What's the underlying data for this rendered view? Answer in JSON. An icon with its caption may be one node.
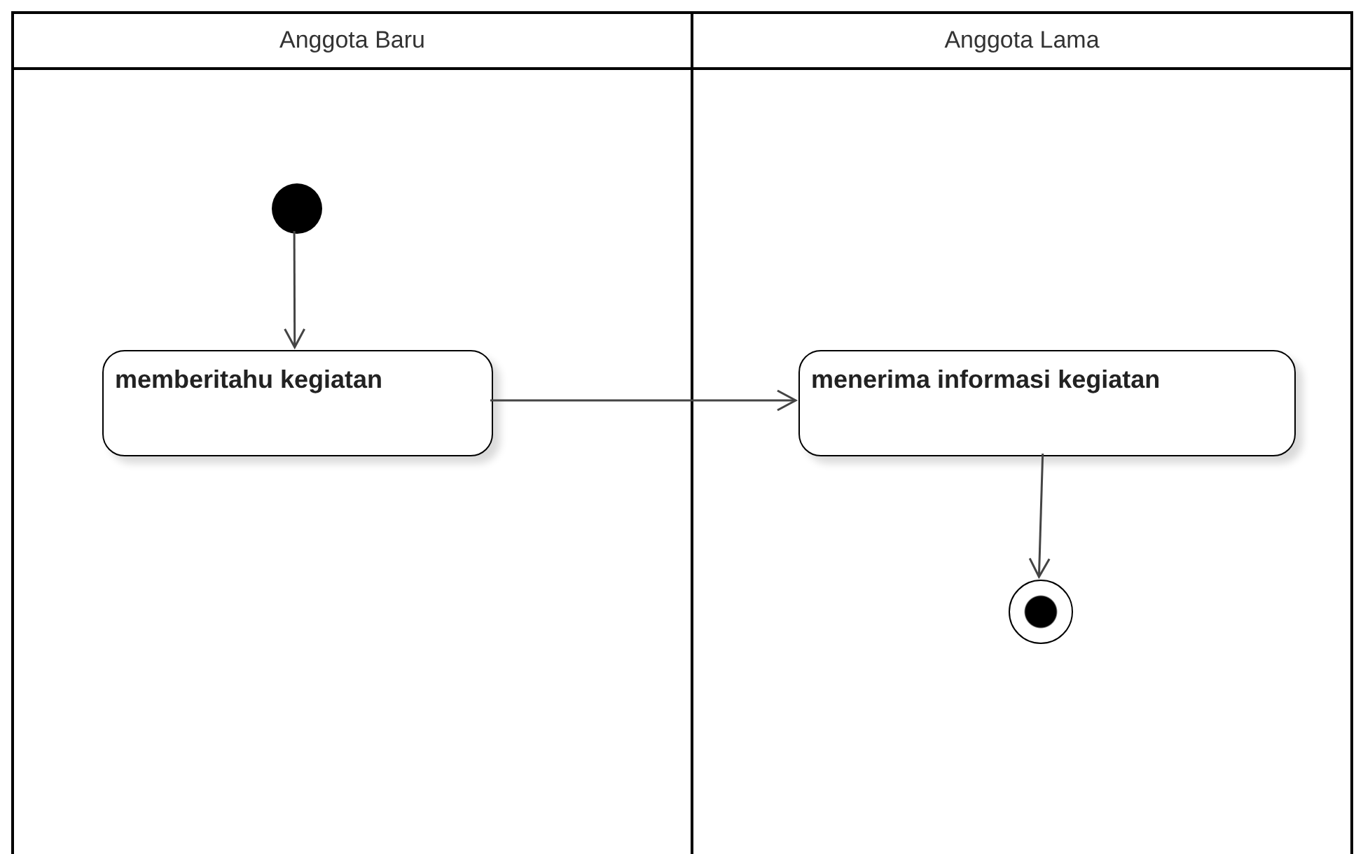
{
  "diagram": {
    "nodes": [
      {
        "text": [
          "Anggota Baru"
        ]
      },
      {
        "text": [
          "Anggota Lama"
        ]
      },
      {
        "text": [],
        "shape": "circle",
        "in": 0
      },
      {
        "text": [
          "memberitahu kegiatan"
        ],
        "in": 0
      },
      {
        "text": [
          "menerima informasi kegiatan"
        ],
        "in": 1
      },
      {
        "text": [],
        "shape": "circle",
        "in": 1
      }
    ],
    "edges": [
      {
        "from": 2,
        "to": 3,
        "arrow": "to"
      },
      {
        "from": 3,
        "to": 4,
        "arrow": "to"
      },
      {
        "from": 4,
        "to": 5,
        "arrow": "to"
      }
    ]
  }
}
